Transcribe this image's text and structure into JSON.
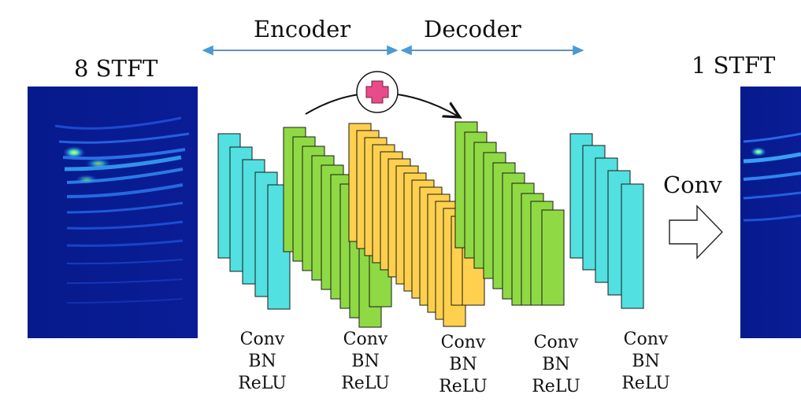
{
  "header": {
    "encoder_label": "Encoder",
    "decoder_label": "Decoder"
  },
  "input": {
    "label": "8 STFT"
  },
  "output": {
    "label": "1 STFT"
  },
  "skip": {
    "icon": "plus-icon"
  },
  "final_op": {
    "label": "Conv",
    "icon": "hollow-arrow-right-icon"
  },
  "blocks": [
    {
      "line1": "Conv",
      "line2": "BN",
      "line3": "ReLU"
    },
    {
      "line1": "Conv",
      "line2": "BN",
      "line3": "ReLU"
    },
    {
      "line1": "Conv",
      "line2": "BN",
      "line3": "ReLU"
    },
    {
      "line1": "Conv",
      "line2": "BN",
      "line3": "ReLU"
    },
    {
      "line1": "Conv",
      "line2": "BN",
      "line3": "ReLU"
    }
  ],
  "colors": {
    "cyan": "#52e0e0",
    "green": "#8fd944",
    "yellow": "#ffd04d",
    "span_arrow": "#3b86c4",
    "plus": "#e84b8a",
    "spectrogram_bg": "#0a1890"
  }
}
